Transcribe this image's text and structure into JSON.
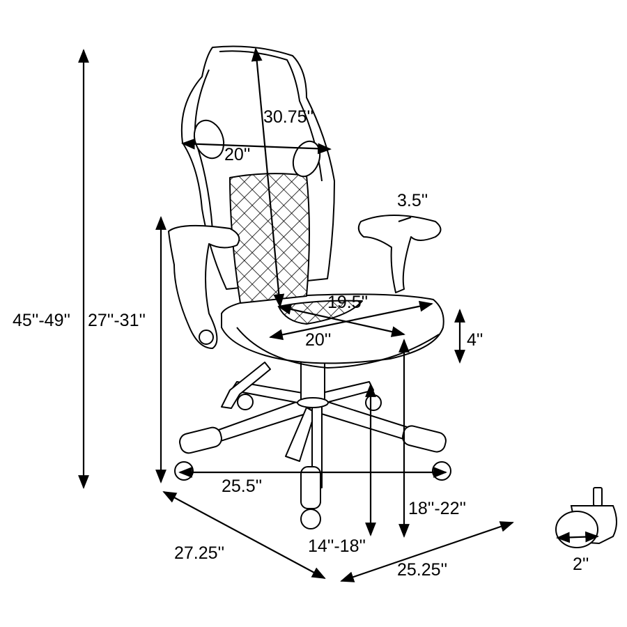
{
  "diagram": {
    "subject": "office chair dimension drawing",
    "colors": {
      "line": "#000000",
      "background": "#ffffff"
    },
    "dimensions": {
      "total_height": "45''-49''",
      "arm_height": "27''-31''",
      "back_height": "30.75''",
      "back_width": "20''",
      "arm_width": "3.5''",
      "seat_depth": "19.5''",
      "seat_width": "20''",
      "seat_thickness": "4''",
      "seat_floor_height": "18''-22''",
      "base_diameter": "25.5''",
      "underside_height": "14''-18''",
      "overall_depth": "27.25''",
      "overall_width": "25.25''",
      "caster_width": "2''"
    }
  }
}
